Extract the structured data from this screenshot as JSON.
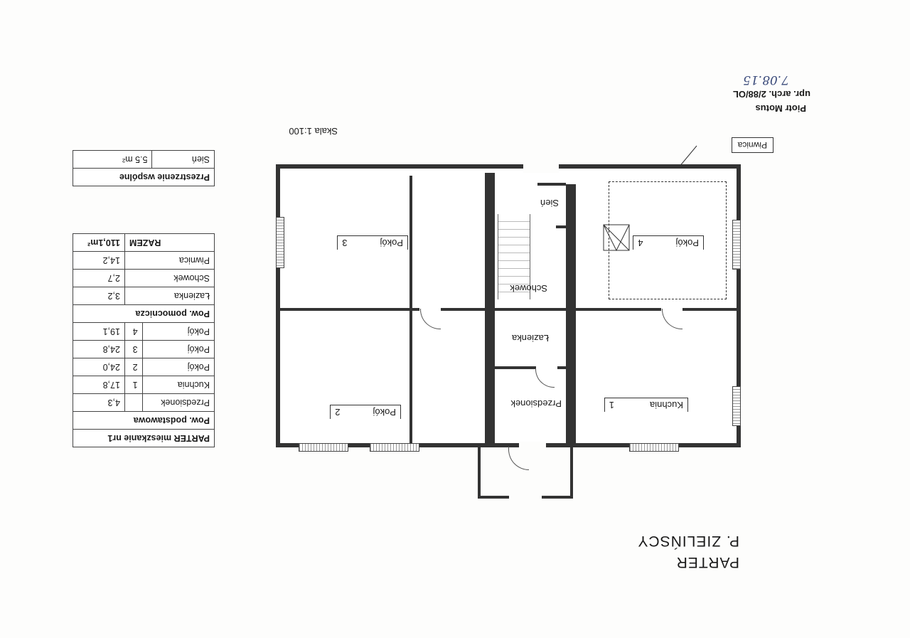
{
  "title": {
    "line1": "PARTER",
    "line2": "P. ZIELIŃSCY"
  },
  "scale": "Skala 1:100",
  "stamp": {
    "name": "Piotr Motus",
    "license": "upr. arch. 2/88/OL",
    "date": "7.08.15"
  },
  "rooms": {
    "kuchnia": {
      "name": "Kuchnia",
      "num": "1"
    },
    "pokoj2": {
      "name": "Pokój",
      "num": "2"
    },
    "pokoj3": {
      "name": "Pokój",
      "num": "3"
    },
    "pokoj4": {
      "name": "Pokój",
      "num": "4"
    },
    "przedsionek": "Przedsionek",
    "lazienka": "Łazienka",
    "schowek": "Schowek",
    "sien": "Sień",
    "piwnica_callout": "Piwnica"
  },
  "table_main": {
    "title": "PARTER mieszkanie nr1",
    "section1": "Pow. podstawowa",
    "rows1": [
      {
        "name": "Przedsionek",
        "num": "",
        "area": "4,3"
      },
      {
        "name": "Kuchnia",
        "num": "1",
        "area": "17,8"
      },
      {
        "name": "Pokój",
        "num": "2",
        "area": "24,0"
      },
      {
        "name": "Pokój",
        "num": "3",
        "area": "24,8"
      },
      {
        "name": "Pokój",
        "num": "4",
        "area": "19,1"
      }
    ],
    "section2": "Pow. pomocnicza",
    "rows2": [
      {
        "name": "Łazienka",
        "area": "3,2"
      },
      {
        "name": "Schowek",
        "area": "2,7"
      },
      {
        "name": "Piwnica",
        "area": "14,2"
      }
    ],
    "total_label": "RAZEM",
    "total_value": "110,1m²"
  },
  "table_common": {
    "title": "Przestrzenie wspólne",
    "row": {
      "name": "Sień",
      "area": "5.5 m²"
    }
  }
}
